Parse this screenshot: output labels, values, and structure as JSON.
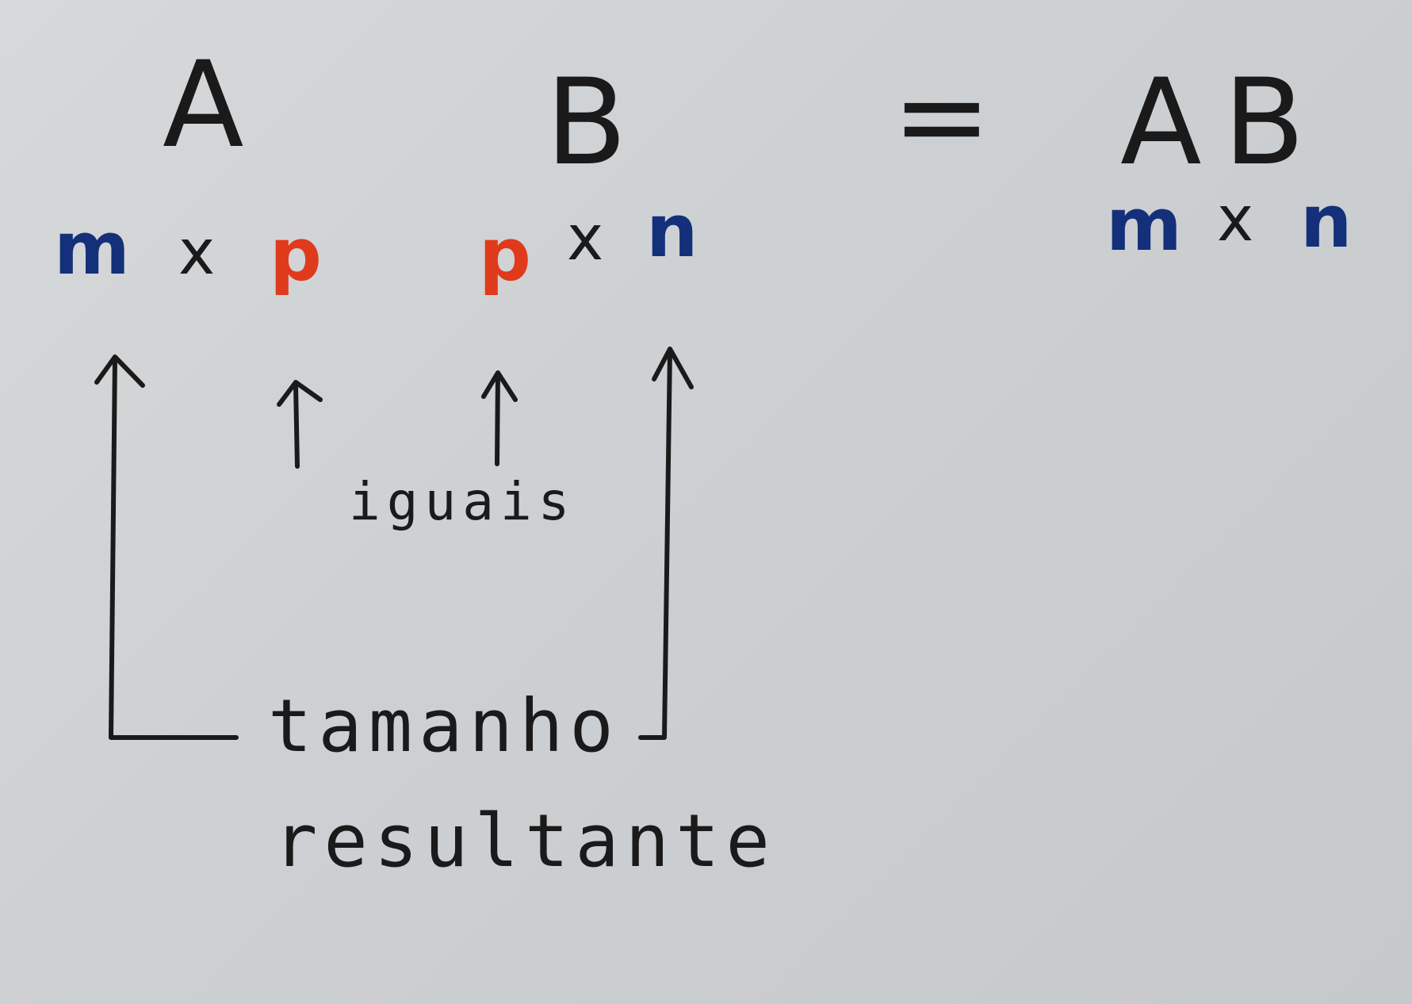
{
  "equation": {
    "matrix_a": "A",
    "matrix_b": "B",
    "equals": "=",
    "result_a": "A",
    "result_b": "B"
  },
  "dimensions": {
    "a_rows": "m",
    "a_times": "x",
    "a_cols": "p",
    "b_rows": "p",
    "b_times": "x",
    "b_cols": "n",
    "r_rows": "m",
    "r_times": "x",
    "r_cols": "n"
  },
  "annotations": {
    "equal_label": "iguais",
    "size_label_line1": "tamanho",
    "size_label_line2": "resultante"
  },
  "colors": {
    "ink_black": "#1a1a1a",
    "ink_blue": "#14307a",
    "ink_red": "#e03a1c"
  }
}
